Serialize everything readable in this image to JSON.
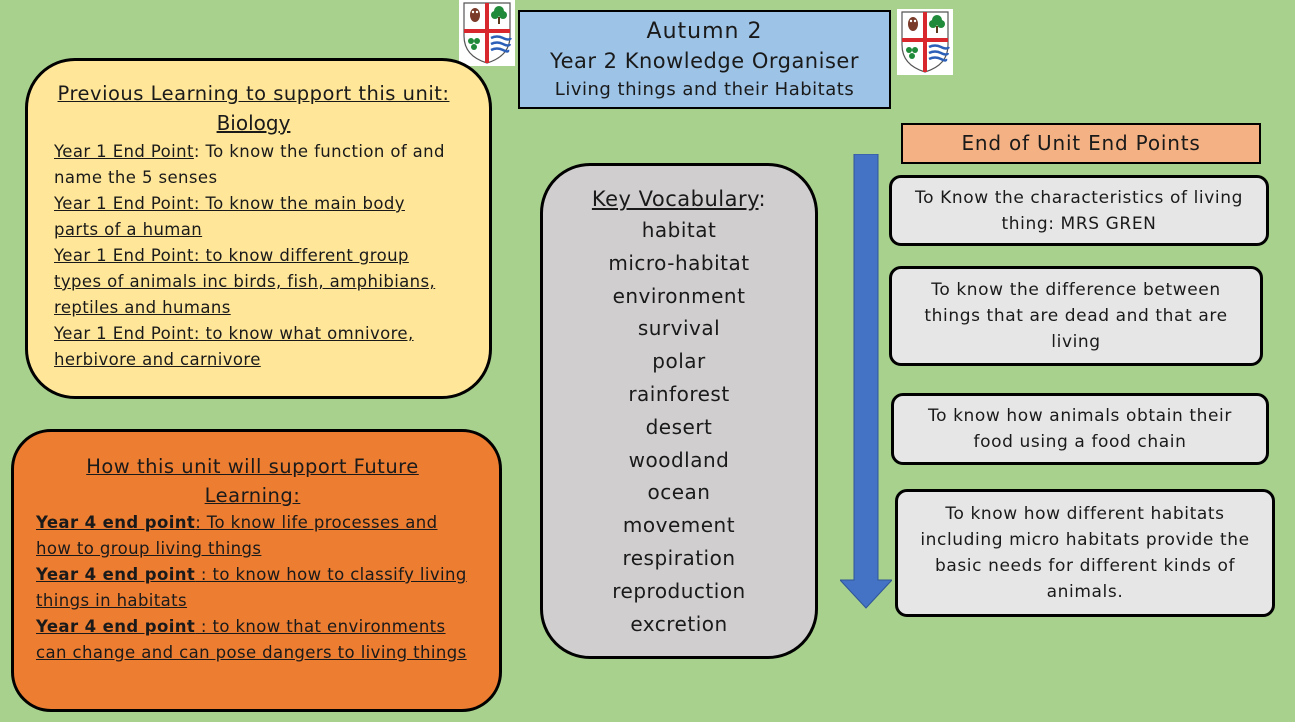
{
  "header": {
    "line1": "Autumn 2",
    "line2": "Year 2 Knowledge Organiser",
    "line3": "Living things and their Habitats"
  },
  "previous_learning": {
    "heading": "Previous Learning to support this unit:",
    "subheading": "Biology",
    "items": [
      {
        "label": "Year 1  End Point",
        "text": ": To know the function of and name the 5 senses"
      },
      {
        "label": "Year 1 End Point:  To know the main body parts of a human",
        "text": ""
      },
      {
        "label": "Year 1 End Point: to know different group types of animals inc birds, fish, amphibians, reptiles and humans",
        "text": ""
      },
      {
        "label": "Year 1 End Point: to know what  omnivore, herbivore and carnivore",
        "text": ""
      }
    ]
  },
  "future_learning": {
    "heading": "How this unit will support Future Learning:",
    "items": [
      {
        "label": "Year 4 end point",
        "text": ": To know life processes and how to group living things"
      },
      {
        "label": "Year 4 end point",
        "text": " : to know how to classify living things in habitats"
      },
      {
        "label": "Year 4 end point",
        "text": " : to know that environments can change and can pose dangers to living things"
      }
    ]
  },
  "vocabulary": {
    "heading": "Key Vocabulary",
    "colon": ":",
    "words": [
      "habitat",
      "micro-habitat",
      "environment",
      "survival",
      "polar",
      "rainforest",
      "desert",
      "woodland",
      "ocean",
      "movement",
      "respiration",
      "reproduction",
      "excretion"
    ]
  },
  "end_points": {
    "heading": "End of Unit End Points",
    "items": [
      "To Know the characteristics of living thing: MRS GREN",
      "To know the difference between things that are dead and that are living",
      "To know how animals obtain their food using a food chain",
      "To know how different habitats including micro habitats provide the basic needs for different kinds of animals."
    ]
  },
  "colors": {
    "background": "#a9d18e",
    "title": "#9dc3e6",
    "previous": "#ffe699",
    "future": "#ed7d31",
    "vocab": "#d0cece",
    "end_header": "#f4b183",
    "end_box": "#e7e6e6",
    "arrow": "#4472c4"
  },
  "icons": {
    "crest_left": "school-crest-icon",
    "crest_right": "school-crest-icon",
    "arrow": "down-arrow-icon"
  }
}
